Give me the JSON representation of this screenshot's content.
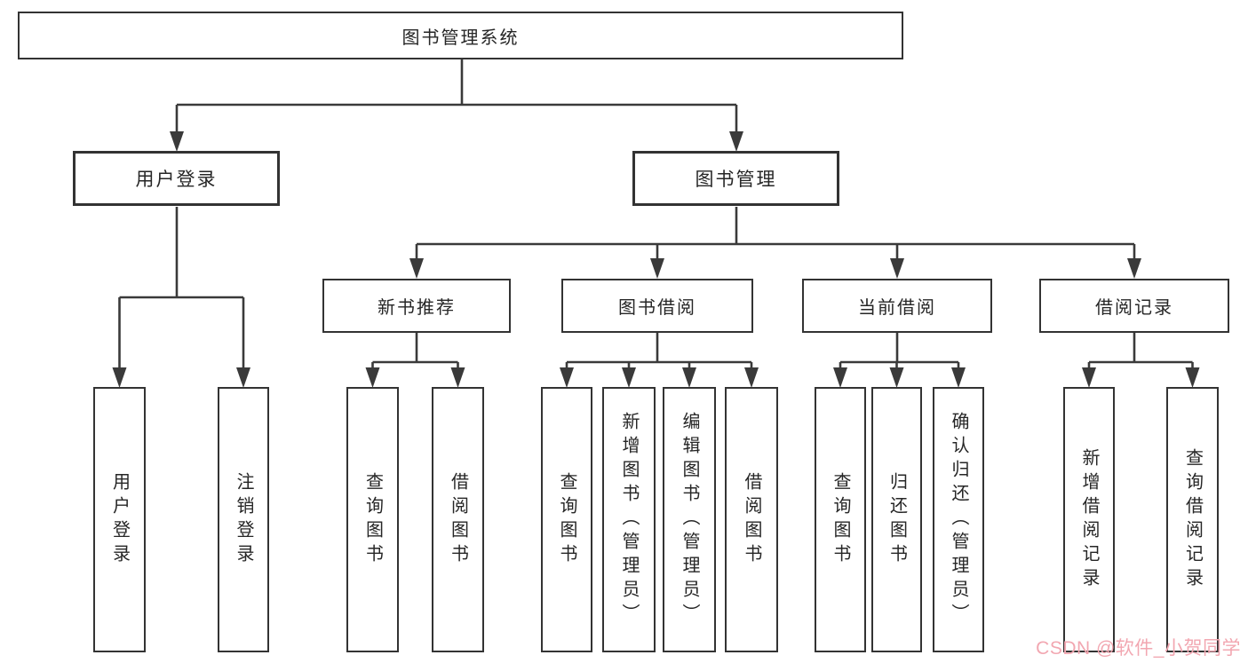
{
  "diagram_title": "图书管理系统",
  "tree": {
    "root": {
      "label": "图书管理系统",
      "children": [
        {
          "label": "用户登录",
          "children": [
            {
              "label": "用户登录"
            },
            {
              "label": "注销登录"
            }
          ]
        },
        {
          "label": "图书管理",
          "children": [
            {
              "label": "新书推荐",
              "children": [
                {
                  "label": "查询图书"
                },
                {
                  "label": "借阅图书"
                }
              ]
            },
            {
              "label": "图书借阅",
              "children": [
                {
                  "label": "查询图书"
                },
                {
                  "label": "新增图书（管理员）"
                },
                {
                  "label": "编辑图书（管理员）"
                },
                {
                  "label": "借阅图书"
                }
              ]
            },
            {
              "label": "当前借阅",
              "children": [
                {
                  "label": "查询图书"
                },
                {
                  "label": "归还图书"
                },
                {
                  "label": "确认归还（管理员）"
                }
              ]
            },
            {
              "label": "借阅记录",
              "children": [
                {
                  "label": "新增借阅记录"
                },
                {
                  "label": "查询借阅记录"
                }
              ]
            }
          ]
        }
      ]
    }
  },
  "watermark": {
    "text": "CSDN @软件_小贺同学"
  },
  "colors": {
    "background": "#ffffff",
    "box_border": "#333333",
    "connector_line": "#3a3a3a",
    "text": "#262626",
    "watermark_pink": "#f2a7b1"
  }
}
